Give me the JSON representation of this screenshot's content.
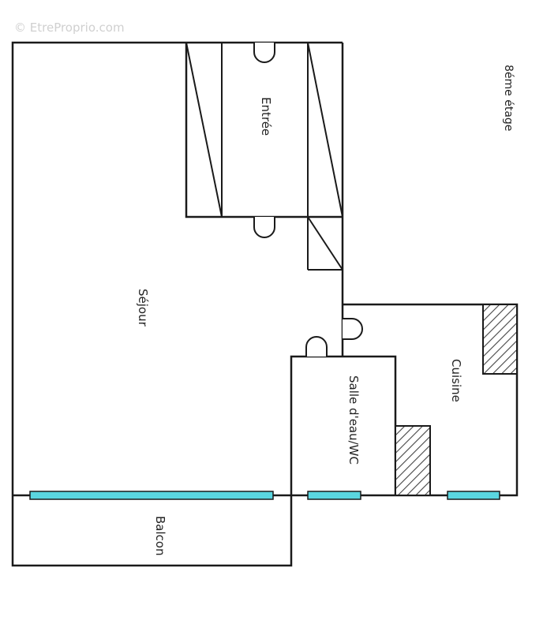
{
  "watermark": "© EtreProprio.com",
  "floor_label": "8éme étage",
  "rooms": {
    "entree": "Entrée",
    "sejour": "Séjour",
    "salle_eau": "Salle d'eau/WC",
    "cuisine": "Cuisine",
    "balcon": "Balcon"
  },
  "colors": {
    "wall": "#1a1a1a",
    "window_glass": "#5ad6e0",
    "hatch": "#444444",
    "background": "#ffffff"
  }
}
